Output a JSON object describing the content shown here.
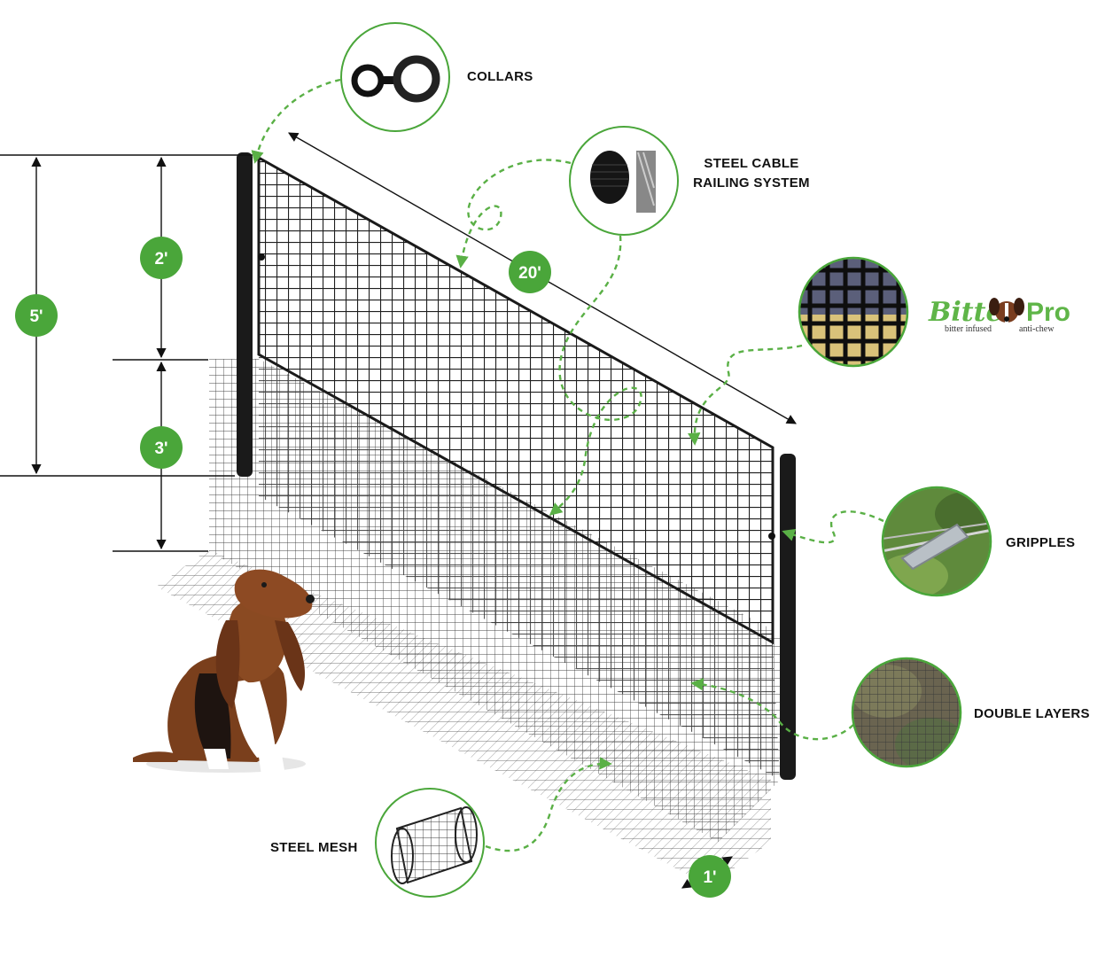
{
  "callouts": {
    "collars": "COLLARS",
    "steel_cable_line1": "STEEL CABLE",
    "steel_cable_line2": "RAILING SYSTEM",
    "gripples": "GRIPPLES",
    "double_layers": "DOUBLE LAYERS",
    "steel_mesh": "STEEL MESH"
  },
  "dimensions": {
    "total_height": "5'",
    "upper_height": "2'",
    "lower_height": "3'",
    "length": "20'",
    "skirt_depth": "1'"
  },
  "brand": {
    "name_part1": "Bitter",
    "name_part2": "Pro",
    "tagline_left": "bitter infused",
    "tagline_right": "anti-chew"
  },
  "colors": {
    "accent_green": "#4aa63a",
    "dashed_green": "#5ab046",
    "post": "#1a1a1a",
    "mesh": "#222222"
  }
}
